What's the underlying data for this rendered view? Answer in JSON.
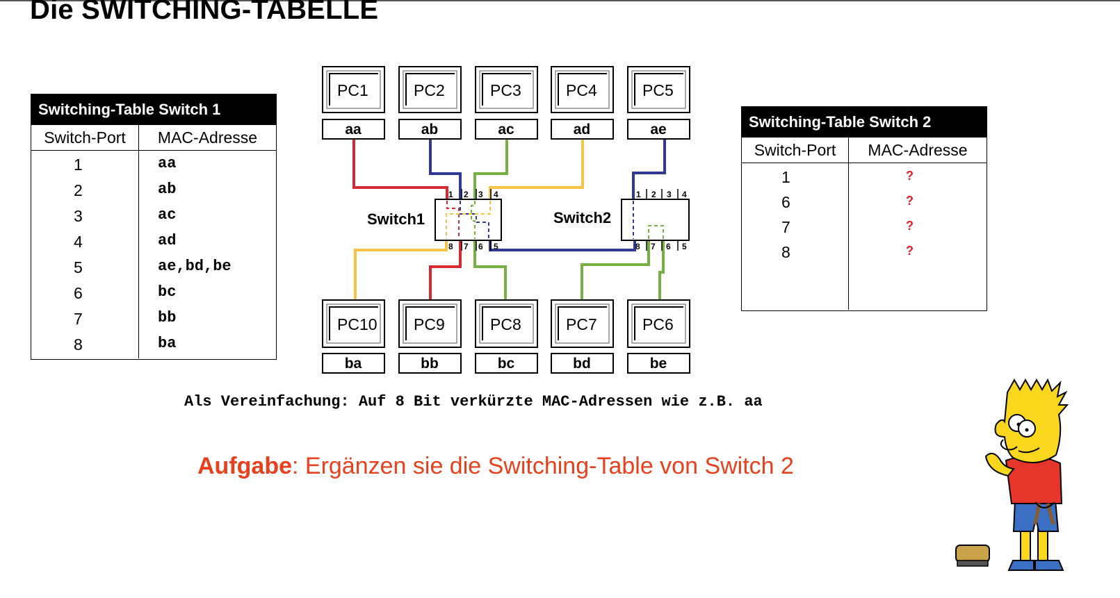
{
  "title": "Die SWITCHING-TABELLE",
  "table1": {
    "title": "Switching-Table Switch 1",
    "col_port": "Switch-Port",
    "col_mac": "MAC-Adresse",
    "rows": [
      {
        "port": "1",
        "mac": "aa"
      },
      {
        "port": "2",
        "mac": "ab"
      },
      {
        "port": "3",
        "mac": "ac"
      },
      {
        "port": "4",
        "mac": "ad"
      },
      {
        "port": "5",
        "mac": "ae,bd,be"
      },
      {
        "port": "6",
        "mac": "bc"
      },
      {
        "port": "7",
        "mac": "bb"
      },
      {
        "port": "8",
        "mac": "ba"
      }
    ]
  },
  "table2": {
    "title": "Switching-Table Switch 2",
    "col_port": "Switch-Port",
    "col_mac": "MAC-Adresse",
    "rows": [
      {
        "port": "1",
        "mac": "?"
      },
      {
        "port": "6",
        "mac": "?"
      },
      {
        "port": "7",
        "mac": "?"
      },
      {
        "port": "8",
        "mac": "?"
      }
    ]
  },
  "diagram": {
    "top_pcs": [
      {
        "name": "PC1",
        "mac": "aa"
      },
      {
        "name": "PC2",
        "mac": "ab"
      },
      {
        "name": "PC3",
        "mac": "ac"
      },
      {
        "name": "PC4",
        "mac": "ad"
      },
      {
        "name": "PC5",
        "mac": "ae"
      }
    ],
    "bottom_pcs": [
      {
        "name": "PC10",
        "mac": "ba"
      },
      {
        "name": "PC9",
        "mac": "bb"
      },
      {
        "name": "PC8",
        "mac": "bc"
      },
      {
        "name": "PC7",
        "mac": "bd"
      },
      {
        "name": "PC6",
        "mac": "be"
      }
    ],
    "switch1": {
      "label": "Switch1",
      "top_ports": [
        "1",
        "2",
        "3",
        "4"
      ],
      "bottom_ports": [
        "8",
        "7",
        "6",
        "5"
      ]
    },
    "switch2": {
      "label": "Switch2",
      "top_ports": [
        "1",
        "2",
        "3",
        "4"
      ],
      "bottom_ports": [
        "8",
        "7",
        "6",
        "5"
      ]
    },
    "colors": {
      "red": "#d42b33",
      "blue": "#2e3a96",
      "green": "#76b043",
      "yellow": "#f6c445"
    }
  },
  "note": "Als Vereinfachung: Auf 8 Bit verkürzte MAC-Adressen wie z.B. aa",
  "task": {
    "label": "Aufgabe",
    "text": ": Ergänzen sie die Switching-Table von Switch 2"
  },
  "illustration": "bart-simpson-slingshot-cartoon"
}
